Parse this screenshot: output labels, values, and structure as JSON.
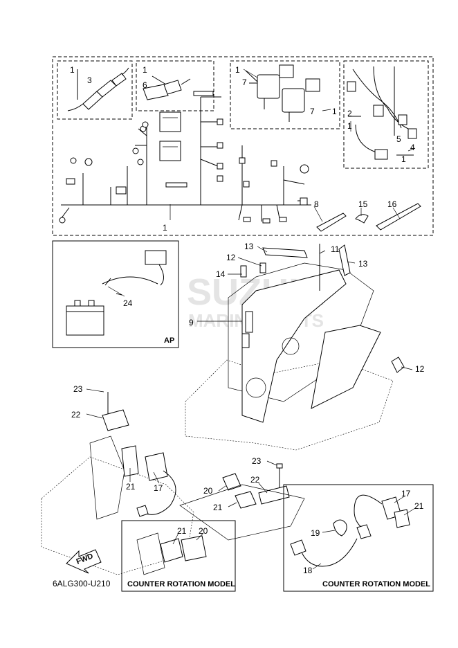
{
  "diagram": {
    "catalog_code": "6ALG300-U210",
    "watermark_lines": [
      "SUZUKI",
      "MARINE PARTS"
    ],
    "inset_ap_label": "AP",
    "inset_counter_left_caption": "COUNTER ROTATION MODEL",
    "inset_counter_right_caption": "COUNTER ROTATION MODEL",
    "fwd_arrow_label": "FWD",
    "callouts": {
      "c1a": "1",
      "c1b": "1",
      "c1c": "1",
      "c1d": "1",
      "c1e": "1",
      "c1f": "1",
      "c1g": "1",
      "c2": "2",
      "c3": "3",
      "c4": "4",
      "c5": "5",
      "c6": "6",
      "c7a": "7",
      "c7b": "7",
      "c8": "8",
      "c9": "9",
      "c11": "11",
      "c12a": "12",
      "c12b": "12",
      "c13a": "13",
      "c13b": "13",
      "c14": "14",
      "c15": "15",
      "c16": "16",
      "c17a": "17",
      "c17b": "17",
      "c18": "18",
      "c19": "19",
      "c20a": "20",
      "c20b": "20",
      "c21a": "21",
      "c21b": "21",
      "c21c": "21",
      "c21d": "21",
      "c22a": "22",
      "c22b": "22",
      "c23a": "23",
      "c23b": "23",
      "c24": "24"
    }
  }
}
